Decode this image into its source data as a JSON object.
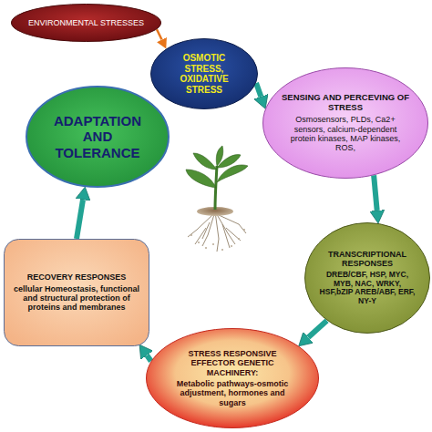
{
  "diagram": {
    "nodes": [
      {
        "text": [
          "ENVIRONMENTAL STRESSES"
        ]
      },
      {
        "text": [
          "OSMOTIC STRESS, OXIDATIVE STRESS"
        ]
      },
      {
        "text": [
          "SENSING AND PERCEVING OF STRESS",
          "Osmosensors, PLDs, Ca2+ sensors, calcium-dependent protein kinases, MAP kinases, ROS,"
        ]
      },
      {
        "text": [
          "TRANSCRIPTIONAL RESPONSES",
          "DREB/CBF, HSP, MYC, MYB, NAC, WRKY, HSF,bZIP AREB/ABF, ERF, NY-Y"
        ]
      },
      {
        "text": [
          "STRESS RESPONSIVE EFFECTOR GENETIC MACHINERY:",
          "Metabolic pathways-osmotic adjustment, hormones and sugars"
        ]
      },
      {
        "text": [
          "RECOVERY RESPONSES",
          "cellular Homeostasis, functional and structural protection of proteins and membranes"
        ]
      },
      {
        "text": [
          "ADAPTATION AND TOLERANCE"
        ]
      }
    ],
    "edges": [
      {
        "from": 0,
        "to": 1,
        "arrow": "to"
      },
      {
        "from": 1,
        "to": 2,
        "arrow": "to"
      },
      {
        "from": 2,
        "to": 3,
        "arrow": "to"
      },
      {
        "from": 3,
        "to": 4,
        "arrow": "to"
      },
      {
        "from": 4,
        "to": 5,
        "arrow": "to"
      },
      {
        "from": 5,
        "to": 6,
        "arrow": "to"
      }
    ]
  }
}
